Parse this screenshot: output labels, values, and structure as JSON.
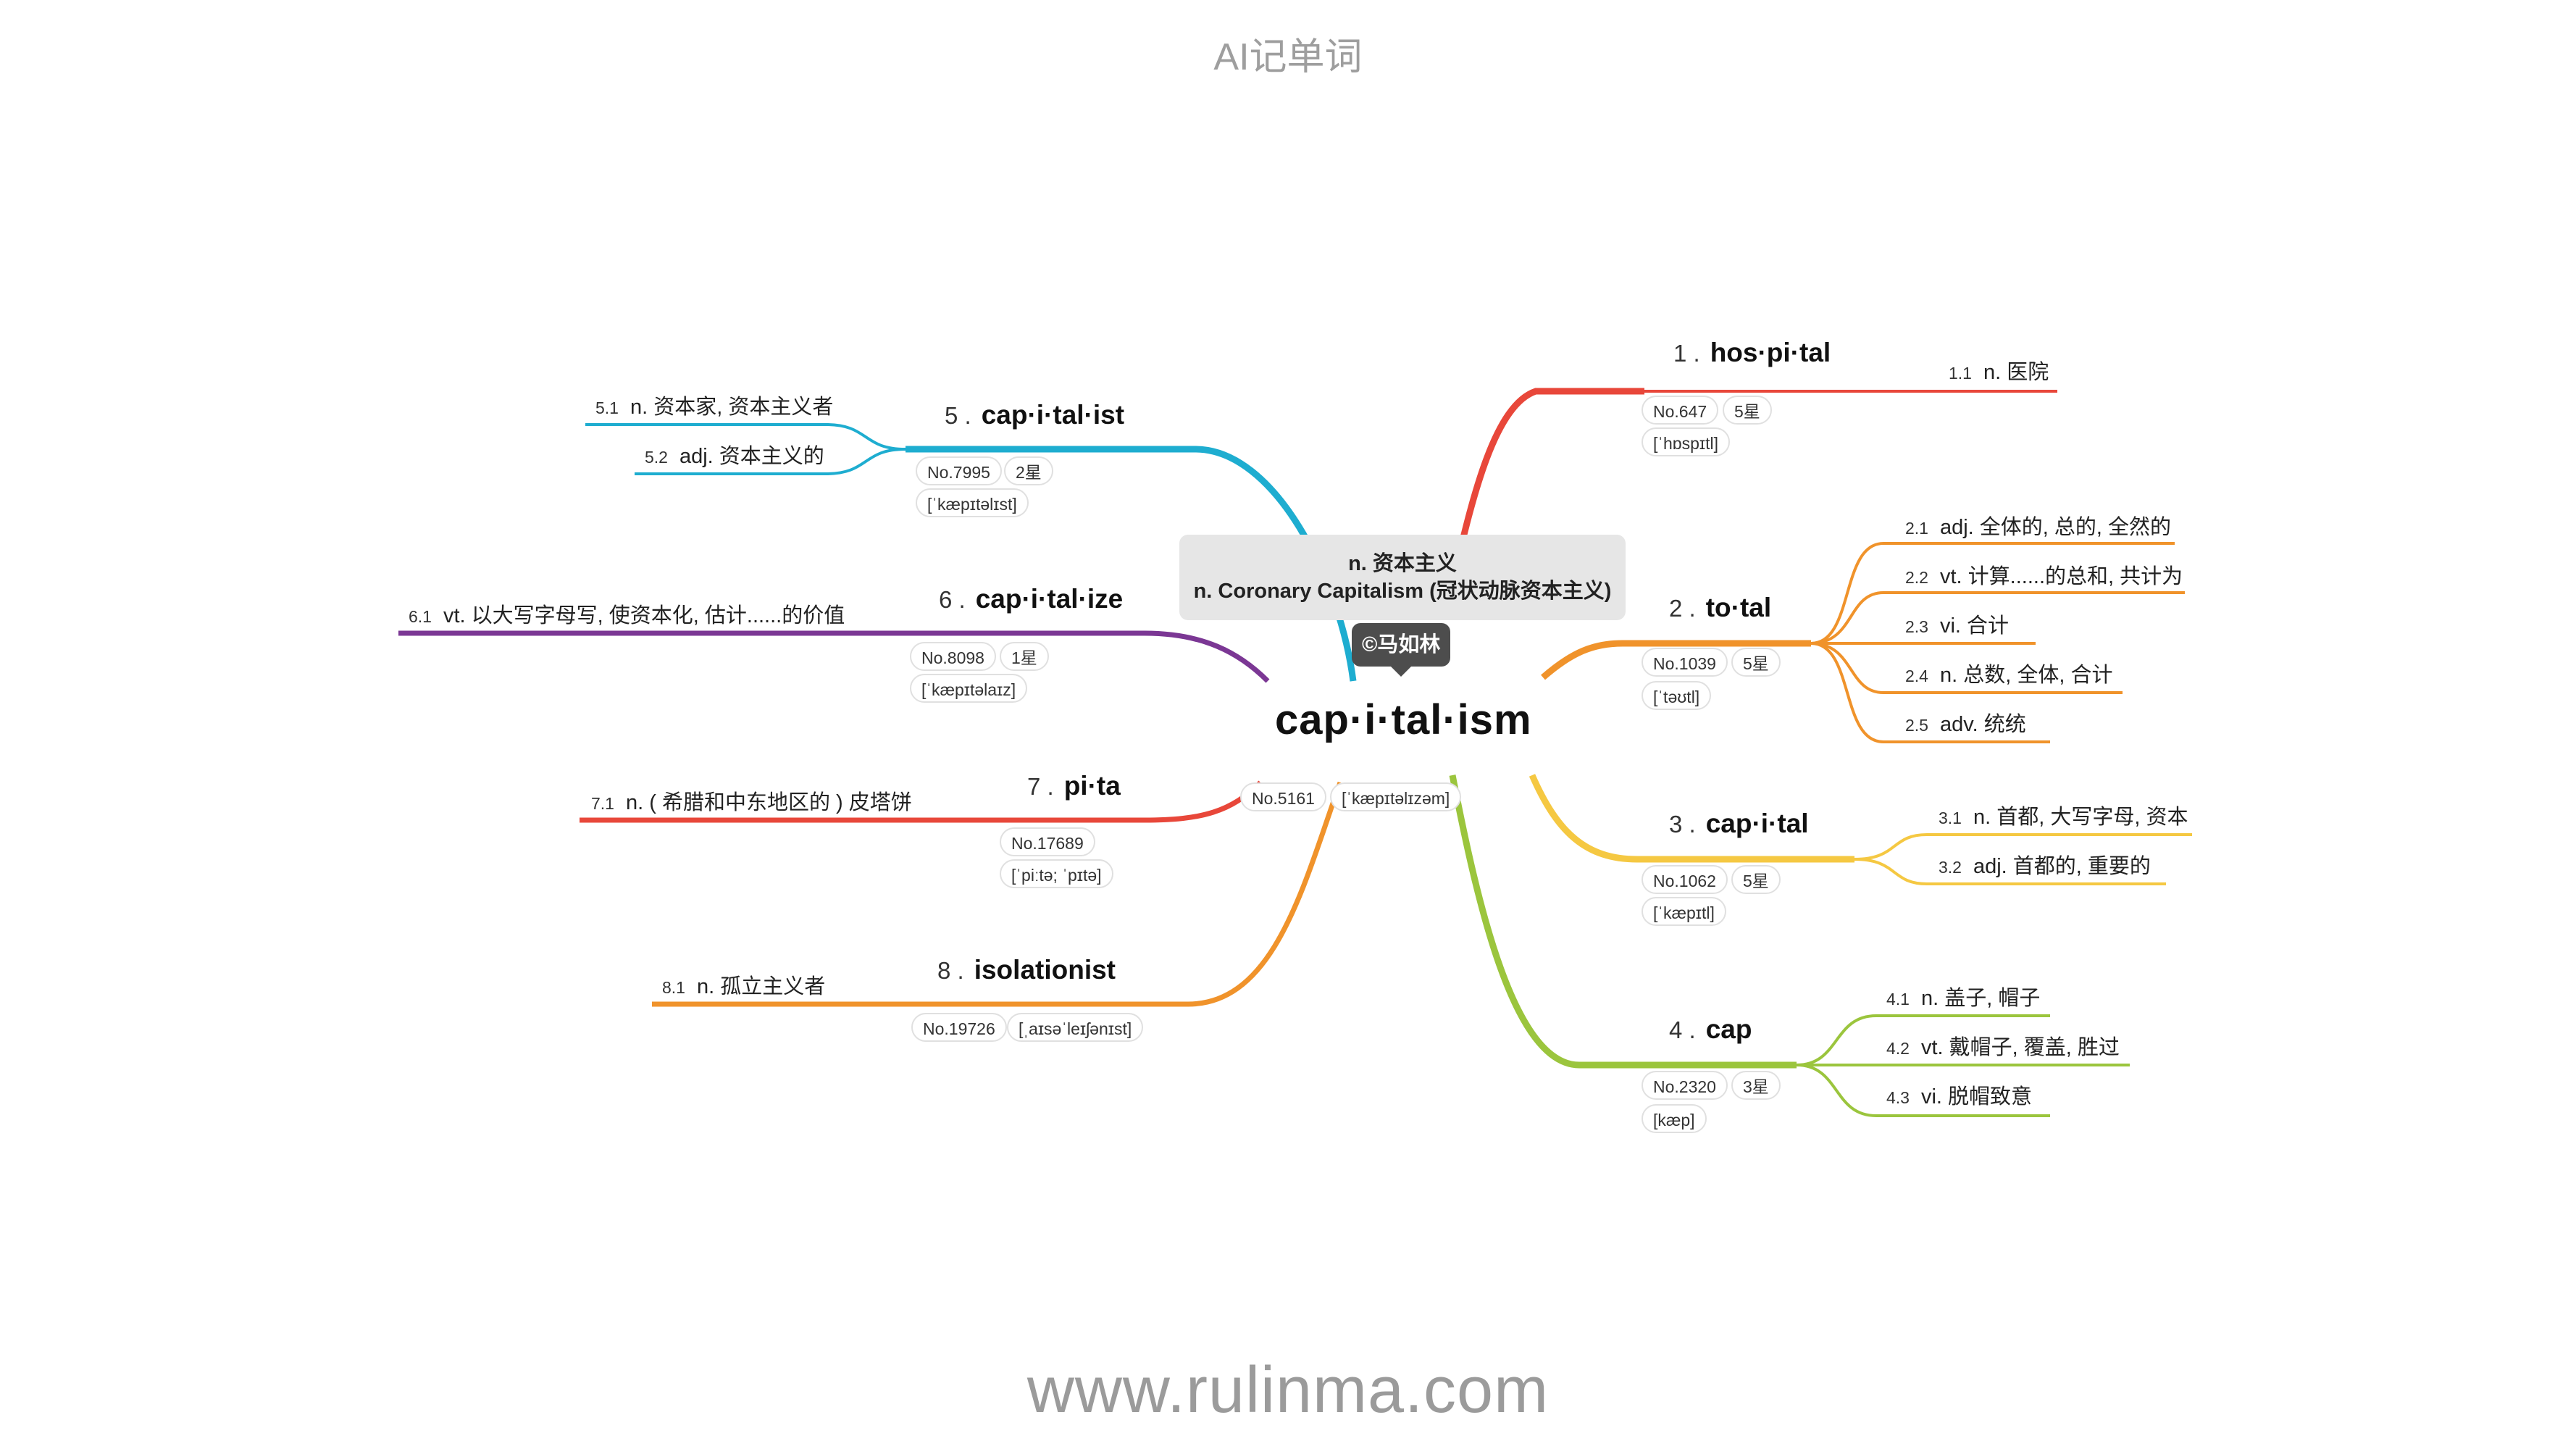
{
  "header": {
    "title": "AI记单词"
  },
  "footer": {
    "url": "www.rulinma.com"
  },
  "central": {
    "word": "cap·i·tal·ism",
    "definition_lines": [
      "n. 资本主义",
      "n. Coronary Capitalism (冠状动脉资本主义)"
    ],
    "author": "©马如林",
    "rank": "No.5161",
    "phonetic": "[ˈkæpɪtəlɪzəm]"
  },
  "branches": [
    {
      "num": "1",
      "word": "hos·pi·tal",
      "rank": "No.647",
      "stars": "5星",
      "phonetic": "[ˈhɒspɪtl]",
      "color": "#e8473a",
      "meanings": [
        {
          "num": "1.1",
          "text": "n. 医院"
        }
      ]
    },
    {
      "num": "2",
      "word": "to·tal",
      "rank": "No.1039",
      "stars": "5星",
      "phonetic": "[ˈtəʊtl]",
      "color": "#f0932b",
      "meanings": [
        {
          "num": "2.1",
          "text": "adj. 全体的, 总的, 全然的"
        },
        {
          "num": "2.2",
          "text": "vt. 计算......的总和, 共计为"
        },
        {
          "num": "2.3",
          "text": "vi. 合计"
        },
        {
          "num": "2.4",
          "text": "n. 总数, 全体, 合计"
        },
        {
          "num": "2.5",
          "text": "adv. 统统"
        }
      ]
    },
    {
      "num": "3",
      "word": "cap·i·tal",
      "rank": "No.1062",
      "stars": "5星",
      "phonetic": "[ˈkæpɪtl]",
      "color": "#f5c842",
      "meanings": [
        {
          "num": "3.1",
          "text": "n. 首都, 大写字母, 资本"
        },
        {
          "num": "3.2",
          "text": "adj. 首都的, 重要的"
        }
      ]
    },
    {
      "num": "4",
      "word": "cap",
      "rank": "No.2320",
      "stars": "3星",
      "phonetic": "[kæp]",
      "color": "#9bc53d",
      "meanings": [
        {
          "num": "4.1",
          "text": "n. 盖子, 帽子"
        },
        {
          "num": "4.2",
          "text": "vt. 戴帽子, 覆盖, 胜过"
        },
        {
          "num": "4.3",
          "text": "vi. 脱帽致意"
        }
      ]
    },
    {
      "num": "5",
      "word": "cap·i·tal·ist",
      "rank": "No.7995",
      "stars": "2星",
      "phonetic": "[ˈkæpɪtəlɪst]",
      "color": "#1eadd0",
      "meanings": [
        {
          "num": "5.1",
          "text": "n. 资本家, 资本主义者"
        },
        {
          "num": "5.2",
          "text": "adj. 资本主义的"
        }
      ]
    },
    {
      "num": "6",
      "word": "cap·i·tal·ize",
      "rank": "No.8098",
      "stars": "1星",
      "phonetic": "[ˈkæpɪtəlaɪz]",
      "color": "#7b3794",
      "meanings": [
        {
          "num": "6.1",
          "text": "vt. 以大写字母写, 使资本化, 估计......的价值"
        }
      ]
    },
    {
      "num": "7",
      "word": "pi·ta",
      "rank": "No.17689",
      "stars": "",
      "phonetic": "[ˈpiːtə; ˈpɪtə]",
      "color": "#e8473a",
      "meanings": [
        {
          "num": "7.1",
          "text": "n. ( 希腊和中东地区的 ) 皮塔饼"
        }
      ]
    },
    {
      "num": "8",
      "word": "isolationist",
      "rank": "No.19726",
      "stars": "",
      "phonetic": "[ˌaɪsəˈleɪʃənɪst]",
      "color": "#f0932b",
      "meanings": [
        {
          "num": "8.1",
          "text": "n. 孤立主义者"
        }
      ]
    }
  ]
}
